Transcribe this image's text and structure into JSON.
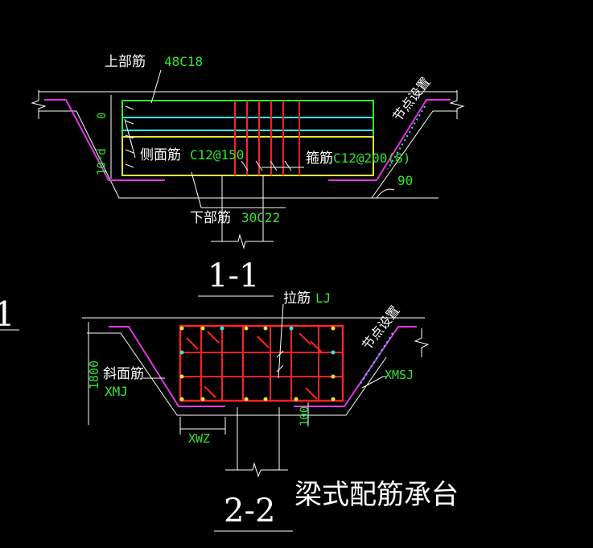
{
  "section1": {
    "top_bar_label": "上部筋",
    "top_bar_value": "48C18",
    "side_bar_label": "侧面筋",
    "side_bar_value": "C12@150",
    "stirrup_label": "箍筋",
    "stirrup_value": "C12@200(8)",
    "bottom_bar_label": "下部筋",
    "bottom_bar_value": "30C22",
    "node_setting": "节点设置",
    "angle": "90",
    "dim_top": "0",
    "dim_side": "10*d",
    "title": "1-1"
  },
  "section2": {
    "tie_bar_label": "拉筋",
    "tie_bar_value": "LJ",
    "diag_bar_label": "斜面筋",
    "diag_bar_value": "XMJ",
    "node_setting": "节点设置",
    "xmsj": "XMSJ",
    "xwz": "XWZ",
    "dim_height": "1800",
    "dim_bottom": "100",
    "title": "2-2",
    "caption": "梁式配筋承台"
  },
  "left_fragment": "1",
  "colors": {
    "background": "#000000",
    "outline": "#ffffff",
    "magenta_bar": "#e633e6",
    "green_bar": "#33e633",
    "cyan_bar": "#33e6e6",
    "yellow_bar": "#e6e633",
    "red_bar": "#ff2222"
  }
}
